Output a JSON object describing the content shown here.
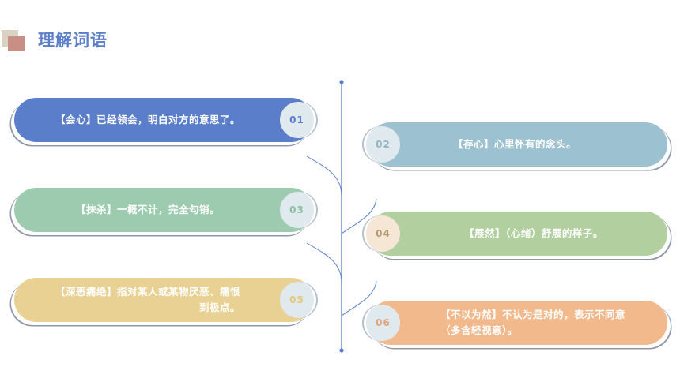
{
  "title": "理解词语",
  "items": [
    {
      "num": "01",
      "text": "【会心】已经领会，明白对方的意思了。",
      "color": "#5a7ec9",
      "num_color": "#5a7ec9"
    },
    {
      "num": "02",
      "text": "【存心】心里怀有的念头。",
      "color": "#9cc1d1",
      "num_color": "#8fb5c7"
    },
    {
      "num": "03",
      "text": "【抹杀】一概不计，完全勾销。",
      "color": "#9ccbb0",
      "num_color": "#8bbf9f"
    },
    {
      "num": "04",
      "text": "【展然】（心绪）舒展的样子。",
      "color": "#b2cfa0",
      "num_color": "#b59b6c"
    },
    {
      "num": "05",
      "text_line1": "【深恶痛绝】指对某人或某物厌恶、痛恨",
      "text_line2": "到极点。",
      "color": "#e8d192",
      "num_color": "#e2c97f"
    },
    {
      "num": "06",
      "text_line1": "【不以为然】不认为是对的，表示不同意",
      "text_line2": "（多含轻视意）。",
      "color": "#f2b98d",
      "num_color": "#e0a57c"
    }
  ]
}
